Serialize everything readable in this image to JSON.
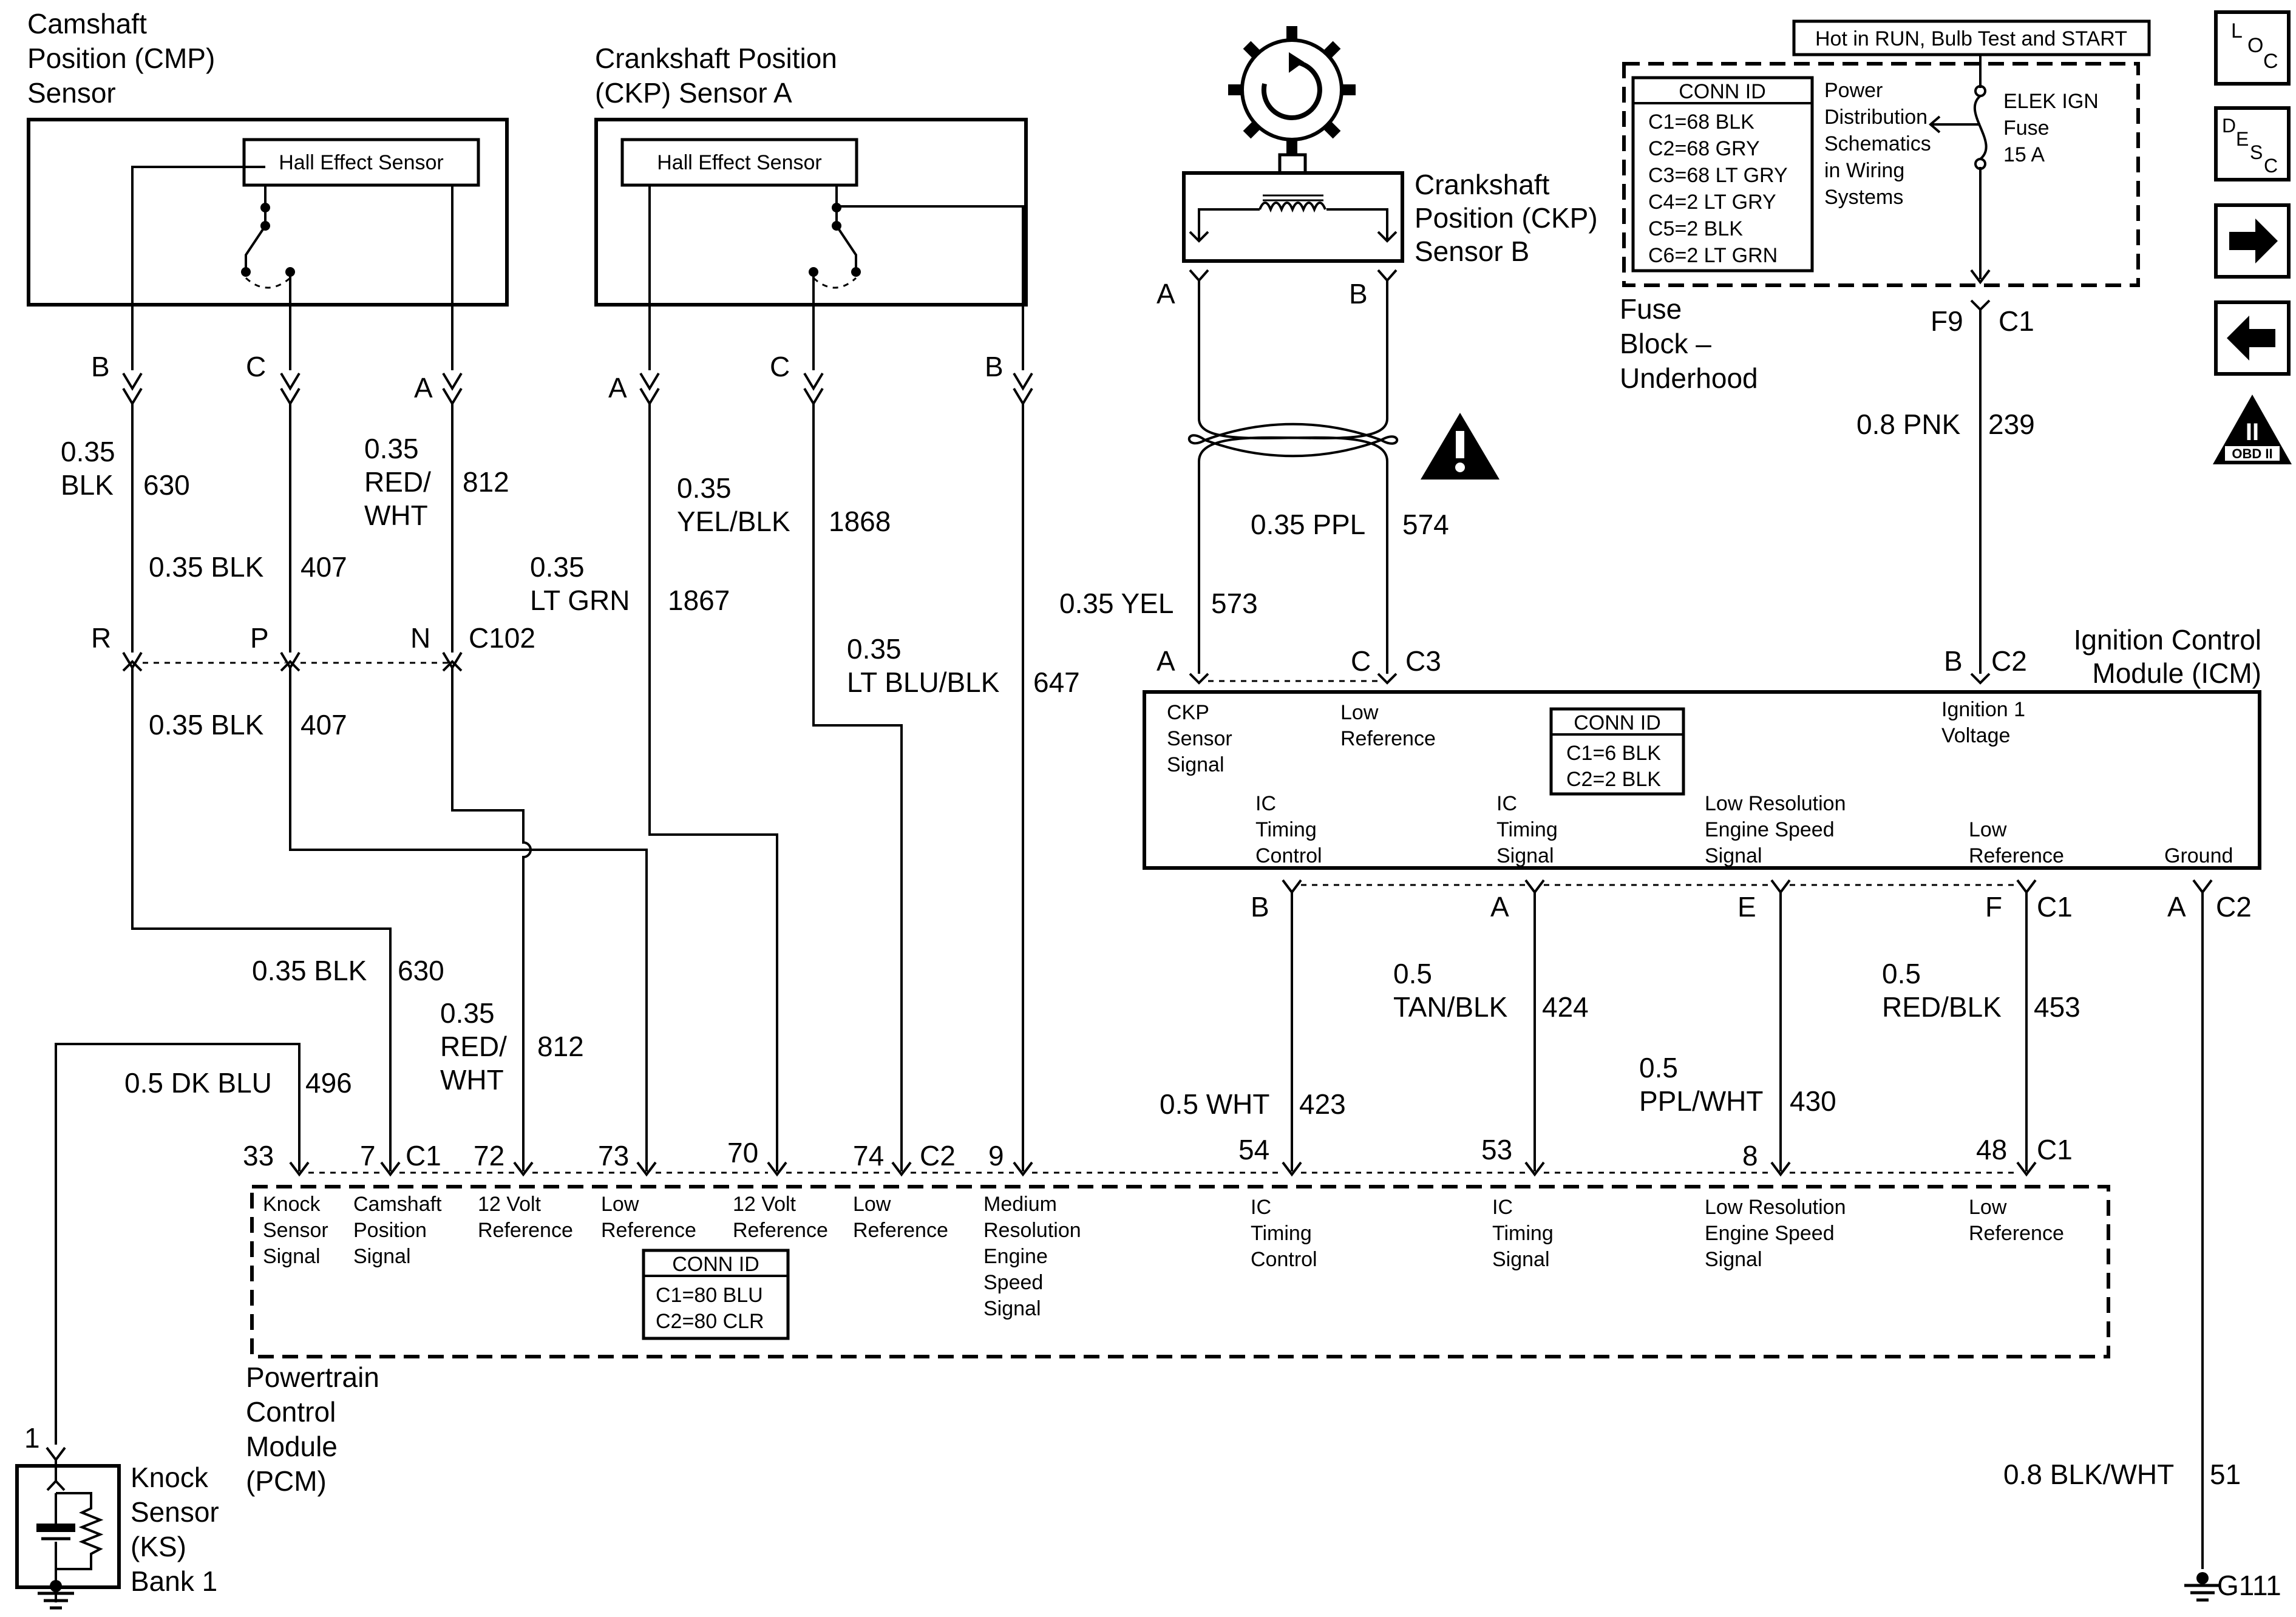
{
  "cmp_sensor": {
    "title": [
      "Camshaft",
      "Position (CMP)",
      "Sensor"
    ],
    "inner": "Hall Effect Sensor",
    "pins": [
      "B",
      "C",
      "A"
    ],
    "wire_b": {
      "gauge": "0.35",
      "color": "BLK",
      "circuit": "630"
    },
    "wire_c": {
      "label": "0.35 BLK",
      "circuit": "407"
    },
    "wire_a": {
      "gauge": "0.35",
      "color1": "RED/",
      "color2": "WHT",
      "circuit": "812"
    }
  },
  "ckp_a": {
    "title": [
      "Crankshaft Position",
      "(CKP) Sensor A"
    ],
    "inner": "Hall Effect Sensor",
    "pins": [
      "A",
      "C",
      "B"
    ],
    "wire_a": {
      "gauge": "0.35",
      "color": "LT GRN",
      "circuit": "1867"
    },
    "wire_c": {
      "gauge": "0.35",
      "color": "YEL/BLK",
      "circuit": "1868"
    },
    "wire_b": {
      "gauge": "0.35",
      "color": "LT BLU/BLK",
      "circuit": "647"
    }
  },
  "ckp_b": {
    "title": [
      "Crankshaft",
      "Position (CKP)",
      "Sensor B"
    ],
    "pins": [
      "A",
      "B"
    ],
    "wire_a": {
      "label": "0.35 YEL",
      "circuit": "573"
    },
    "wire_b": {
      "label": "0.35 PPL",
      "circuit": "574"
    }
  },
  "c102": {
    "pins": [
      "R",
      "P",
      "N"
    ],
    "name": "C102",
    "below_label": "0.35 BLK",
    "below_circuit": "407"
  },
  "fuse_block": {
    "hot": "Hot in RUN, Bulb Test and START",
    "conn_title": "CONN ID",
    "conn_list": [
      "C1=68 BLK",
      "C2=68 GRY",
      "C3=68 LT GRY",
      "C4=2 LT GRY",
      "C5=2 BLK",
      "C6=2 LT GRN"
    ],
    "note": [
      "Power",
      "Distribution",
      "Schematics",
      "in Wiring",
      "Systems"
    ],
    "fuse": [
      "ELEK IGN",
      "Fuse",
      "15 A"
    ],
    "name": [
      "Fuse",
      "Block –",
      "Underhood"
    ],
    "pin": "F9",
    "conn": "C1",
    "wire": {
      "label": "0.8 PNK",
      "circuit": "239"
    }
  },
  "icm": {
    "name": [
      "Ignition Control",
      "Module (ICM)"
    ],
    "top_pins": {
      "a": "A",
      "c": "C",
      "c3": "C3",
      "b": "B",
      "c2": "C2"
    },
    "conn_title": "CONN ID",
    "conn_list": [
      "C1=6 BLK",
      "C2=2 BLK"
    ],
    "labels": {
      "ckp": [
        "CKP",
        "Sensor",
        "Signal"
      ],
      "lowref_top": [
        "Low",
        "Reference"
      ],
      "ign": [
        "Ignition 1",
        "Voltage"
      ],
      "ic_ctrl": [
        "IC",
        "Timing",
        "Control"
      ],
      "ic_sig": [
        "IC",
        "Timing",
        "Signal"
      ],
      "lowres": [
        "Low Resolution",
        "Engine Speed",
        "Signal"
      ],
      "lowref": [
        "Low",
        "Reference"
      ],
      "ground": "Ground"
    },
    "bottom_pins": {
      "b": "B",
      "a": "A",
      "e": "E",
      "f": "F",
      "c1": "C1",
      "a2": "A",
      "c2": "C2"
    }
  },
  "wires_mid": {
    "w630": {
      "label": "0.35 BLK",
      "circuit": "630"
    },
    "w812": {
      "gauge": "0.35",
      "color1": "RED/",
      "color2": "WHT",
      "circuit": "812"
    },
    "w496": {
      "label": "0.5 DK BLU",
      "circuit": "496"
    },
    "w423": {
      "label": "0.5 WHT",
      "circuit": "423"
    },
    "w424": {
      "gauge": "0.5",
      "color": "TAN/BLK",
      "circuit": "424"
    },
    "w430": {
      "gauge": "0.5",
      "color": "PPL/WHT",
      "circuit": "430"
    },
    "w453": {
      "gauge": "0.5",
      "color": "RED/BLK",
      "circuit": "453"
    },
    "w51": {
      "label": "0.8 BLK/WHT",
      "circuit": "51"
    }
  },
  "pcm": {
    "name": [
      "Powertrain",
      "Control",
      "Module",
      "(PCM)"
    ],
    "pins": {
      "p33": "33",
      "p7": "7",
      "c1": "C1",
      "p72": "72",
      "p73": "73",
      "p70": "70",
      "p74": "74",
      "c2": "C2",
      "p9": "9",
      "p54": "54",
      "p53": "53",
      "p8": "8",
      "p48": "48",
      "c1b": "C1"
    },
    "labels": {
      "knock": [
        "Knock",
        "Sensor",
        "Signal"
      ],
      "cam": [
        "Camshaft",
        "Position",
        "Signal"
      ],
      "v12a": [
        "12 Volt",
        "Reference"
      ],
      "lowa": [
        "Low",
        "Reference"
      ],
      "v12b": [
        "12 Volt",
        "Reference"
      ],
      "lowb": [
        "Low",
        "Reference"
      ],
      "med": [
        "Medium",
        "Resolution",
        "Engine",
        "Speed",
        "Signal"
      ],
      "icc": [
        "IC",
        "Timing",
        "Control"
      ],
      "ics": [
        "IC",
        "Timing",
        "Signal"
      ],
      "lres": [
        "Low Resolution",
        "Engine Speed",
        "Signal"
      ],
      "lref": [
        "Low",
        "Reference"
      ]
    },
    "conn_title": "CONN ID",
    "conn_list": [
      "C1=80 BLU",
      "C2=80 CLR"
    ]
  },
  "knock": {
    "pin": "1",
    "name": [
      "Knock",
      "Sensor",
      "(KS)",
      "Bank 1"
    ]
  },
  "ground": "G111",
  "side_icons": {
    "loc": [
      "L",
      "O",
      "C"
    ],
    "desc": [
      "D",
      "E",
      "S",
      "C"
    ],
    "obd": [
      "II",
      "OBD II"
    ]
  }
}
